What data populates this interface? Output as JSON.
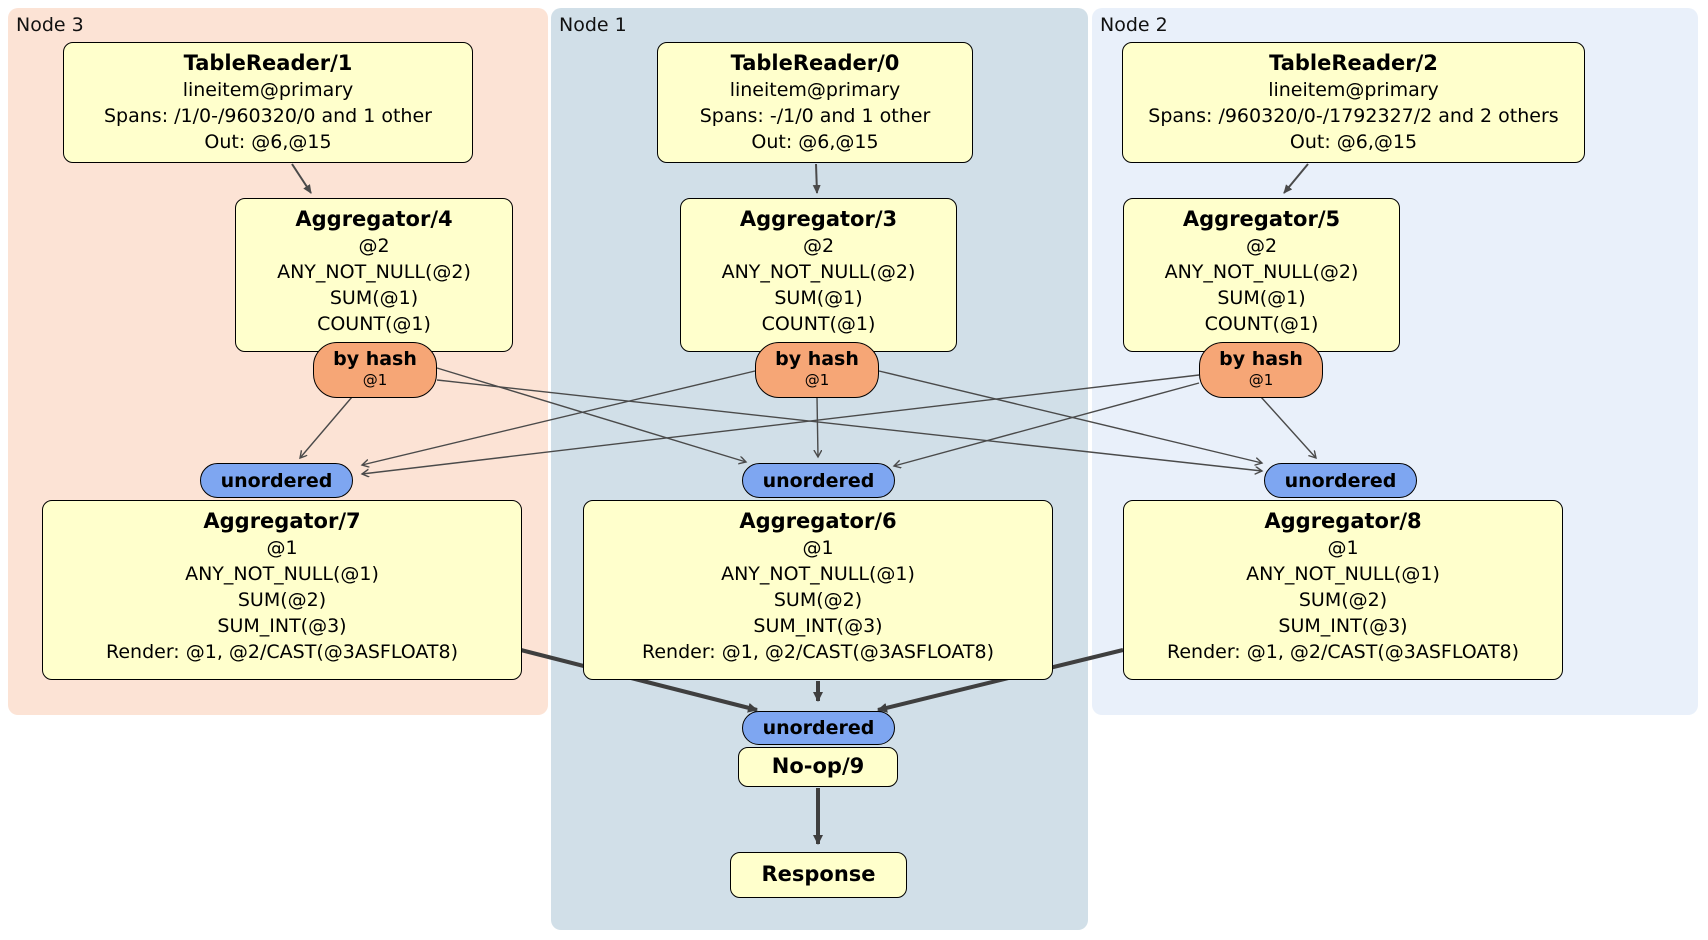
{
  "regions": {
    "node3": {
      "label": "Node 3"
    },
    "node1": {
      "label": "Node 1"
    },
    "node2": {
      "label": "Node 2"
    }
  },
  "processors": {
    "tr1": {
      "title": "TableReader/1",
      "lines": [
        "lineitem@primary",
        "Spans: /1/0-/960320/0 and 1 other",
        "Out: @6,@15"
      ]
    },
    "tr0": {
      "title": "TableReader/0",
      "lines": [
        "lineitem@primary",
        "Spans: -/1/0 and 1 other",
        "Out: @6,@15"
      ]
    },
    "tr2": {
      "title": "TableReader/2",
      "lines": [
        "lineitem@primary",
        "Spans: /960320/0-/1792327/2 and 2 others",
        "Out: @6,@15"
      ]
    },
    "agg4": {
      "title": "Aggregator/4",
      "lines": [
        "@2",
        "ANY_NOT_NULL(@2)",
        "SUM(@1)",
        "COUNT(@1)"
      ]
    },
    "agg3": {
      "title": "Aggregator/3",
      "lines": [
        "@2",
        "ANY_NOT_NULL(@2)",
        "SUM(@1)",
        "COUNT(@1)"
      ]
    },
    "agg5": {
      "title": "Aggregator/5",
      "lines": [
        "@2",
        "ANY_NOT_NULL(@2)",
        "SUM(@1)",
        "COUNT(@1)"
      ]
    },
    "agg7": {
      "title": "Aggregator/7",
      "lines": [
        "@1",
        "ANY_NOT_NULL(@1)",
        "SUM(@2)",
        "SUM_INT(@3)",
        "Render: @1, @2/CAST(@3ASFLOAT8)"
      ]
    },
    "agg6": {
      "title": "Aggregator/6",
      "lines": [
        "@1",
        "ANY_NOT_NULL(@1)",
        "SUM(@2)",
        "SUM_INT(@3)",
        "Render: @1, @2/CAST(@3ASFLOAT8)"
      ]
    },
    "agg8": {
      "title": "Aggregator/8",
      "lines": [
        "@1",
        "ANY_NOT_NULL(@1)",
        "SUM(@2)",
        "SUM_INT(@3)",
        "Render: @1, @2/CAST(@3ASFLOAT8)"
      ]
    },
    "noop": {
      "title": "No-op/9"
    },
    "response": {
      "title": "Response"
    }
  },
  "routers": {
    "hash3": {
      "label": "by hash",
      "detail": "@1"
    },
    "hash1": {
      "label": "by hash",
      "detail": "@1"
    },
    "hash2": {
      "label": "by hash",
      "detail": "@1"
    }
  },
  "syncs": {
    "node3": {
      "label": "unordered"
    },
    "node1": {
      "label": "unordered"
    },
    "node2": {
      "label": "unordered"
    },
    "final": {
      "label": "unordered"
    }
  },
  "colors": {
    "node3_bg": "#fce3d5",
    "node1_bg": "#d1dfe8",
    "node2_bg": "#e9f0fa",
    "box_fill": "#ffffcc",
    "box_border": "#000000",
    "router_fill": "#f6a676",
    "sync_fill": "#7ea6f1",
    "edge": "#4a4a4a"
  }
}
